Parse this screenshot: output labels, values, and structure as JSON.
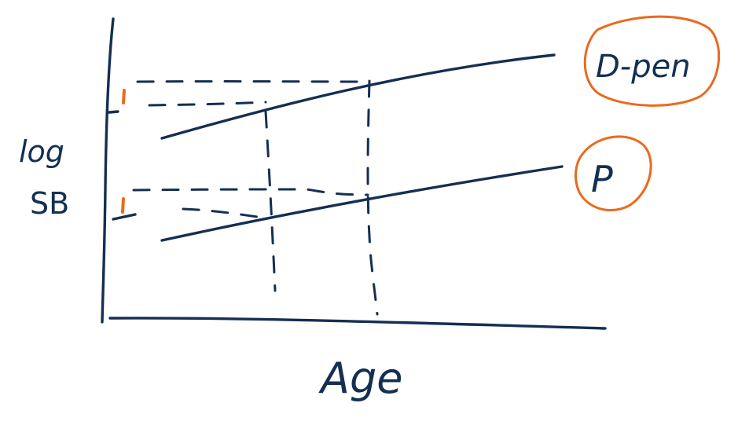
{
  "labels": {
    "y_axis_line1": "log",
    "y_axis_line2": "SB",
    "x_axis": "Age",
    "curve_upper": "D-pen",
    "curve_lower": "P"
  },
  "colors": {
    "ink": "#142f52",
    "highlight": "#ea6a1e",
    "background": "#ffffff"
  }
}
